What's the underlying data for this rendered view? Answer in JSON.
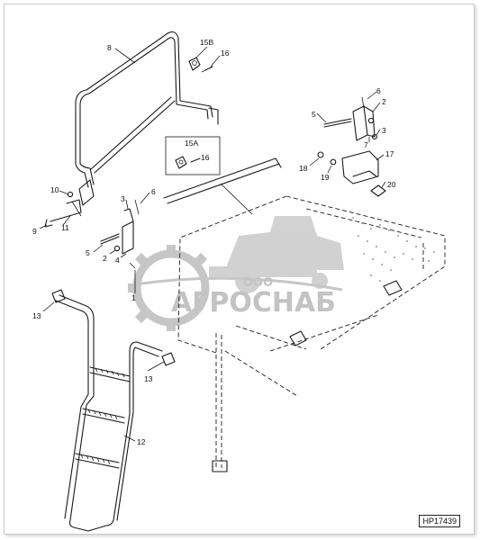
{
  "drawing_code": "HP17439",
  "watermark": {
    "top": "ООО",
    "main": "АГРОСНАБ"
  },
  "callouts": {
    "c1": "1",
    "c2a": "2",
    "c2b": "2",
    "c3a": "3",
    "c3b": "3",
    "c4": "4",
    "c5a": "5",
    "c5b": "5",
    "c6a": "6",
    "c6b": "6",
    "c7": "7",
    "c8": "8",
    "c9": "9",
    "c10": "10",
    "c11": "11",
    "c12": "12",
    "c13a": "13",
    "c13b": "13",
    "c15a": "15A",
    "c15b": "15B",
    "c16a": "16",
    "c16b": "16",
    "c17": "17",
    "c18": "18",
    "c19": "19",
    "c20": "20"
  }
}
